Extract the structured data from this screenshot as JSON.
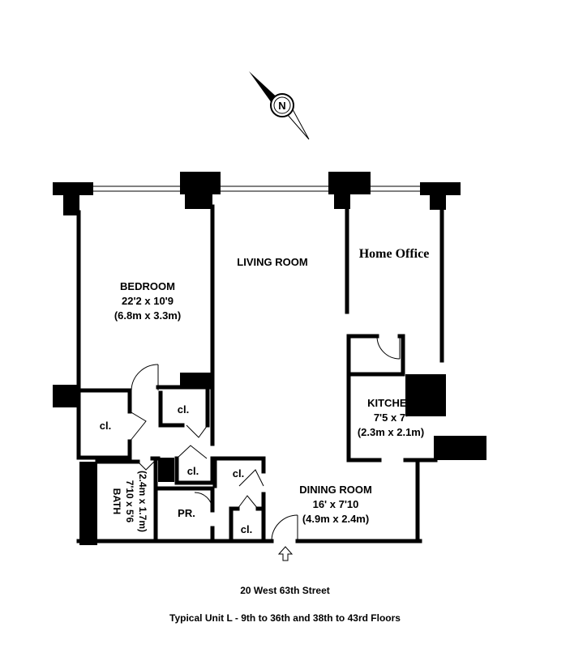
{
  "compass": {
    "letter": "N"
  },
  "rooms": {
    "bedroom": {
      "name": "BEDROOM",
      "dim_ft": "22'2 x 10'9",
      "dim_m": "(6.8m x 3.3m)"
    },
    "living": {
      "name": "LIVING ROOM"
    },
    "office": {
      "name": "Home Office"
    },
    "kitchen": {
      "name": "KITCHEN",
      "dim_ft": "7'5 x 7'",
      "dim_m": "(2.3m x 2.1m)"
    },
    "dining": {
      "name": "DINING ROOM",
      "dim_ft": "16' x 7'10",
      "dim_m": "(4.9m x 2.4m)"
    },
    "bath": {
      "name": "BATH",
      "dim_ft": "7'10 x 5'6",
      "dim_m": "(2.4m x 1.7m)"
    },
    "powder": {
      "name": "PR."
    },
    "closet_label": "cl."
  },
  "footer": {
    "address": "20 West 63th Street",
    "unit": "Typical Unit L - 9th to 36th and 38th to 43rd Floors"
  }
}
